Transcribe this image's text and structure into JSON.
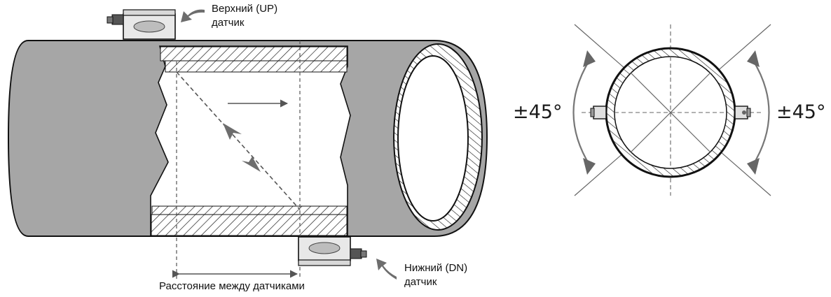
{
  "labels": {
    "up_line1": "Верхний (UP)",
    "up_line2": "датчик",
    "dn_line1": "Нижний (DN)",
    "dn_line2": "датчик",
    "distance": "Расстояние между датчиками",
    "angle_left": "±45°",
    "angle_right": "±45°"
  },
  "colors": {
    "pipe_fill": "#a6a6a6",
    "pipe_outline": "#111111",
    "sensor_fill": "#e8e8e8",
    "arrow_fill": "#6d6d6d"
  }
}
